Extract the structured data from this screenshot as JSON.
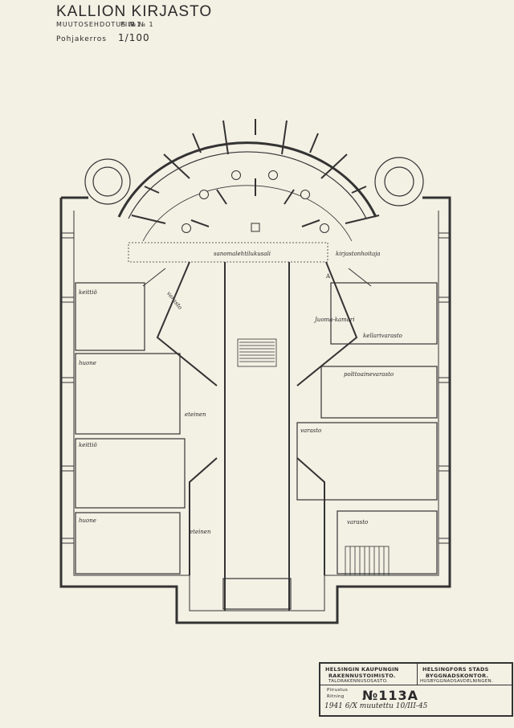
{
  "header": {
    "title": "KALLION KIRJASTO",
    "revision": "MUUTOSEHDOTUS №1",
    "sheet": "PIIR № 1",
    "floor": "Pohjakerros",
    "scale": "1/100"
  },
  "rooms": {
    "reading_hall": "sanomalehtilukusali",
    "librarian": "kirjastonhoitaja",
    "storage_left": "varasto",
    "entry_room": "Juoma-kamari",
    "cellar_storage": "kellarivarasto",
    "fuel_storage": "polttoainevarasto",
    "kitchen_top": "keittiö",
    "room_top": "huone",
    "wc_top": "eteinen",
    "storage_right": "varasto",
    "kitchen_bottom": "keittiö",
    "room_bottom": "huone",
    "wc_bottom": "eteinen",
    "storage_bottom_right": "varasto",
    "marker": "A"
  },
  "stamp": {
    "left_line1": "HELSINGIN KAUPUNGIN",
    "left_line2": "RAKENNUSTOIMISTO.",
    "left_line3": "TALORAKENNUSOSASTO.",
    "right_line1": "HELSINGFORS STADS",
    "right_line2": "BYGGNADSKONTOR.",
    "right_line3": "HUSBYGGNADSAVDELNINGEN.",
    "label1": "Piirustus",
    "label2": "Ritning",
    "number": "№113A",
    "date": "1941 6/X muutettu 10/III-45"
  }
}
